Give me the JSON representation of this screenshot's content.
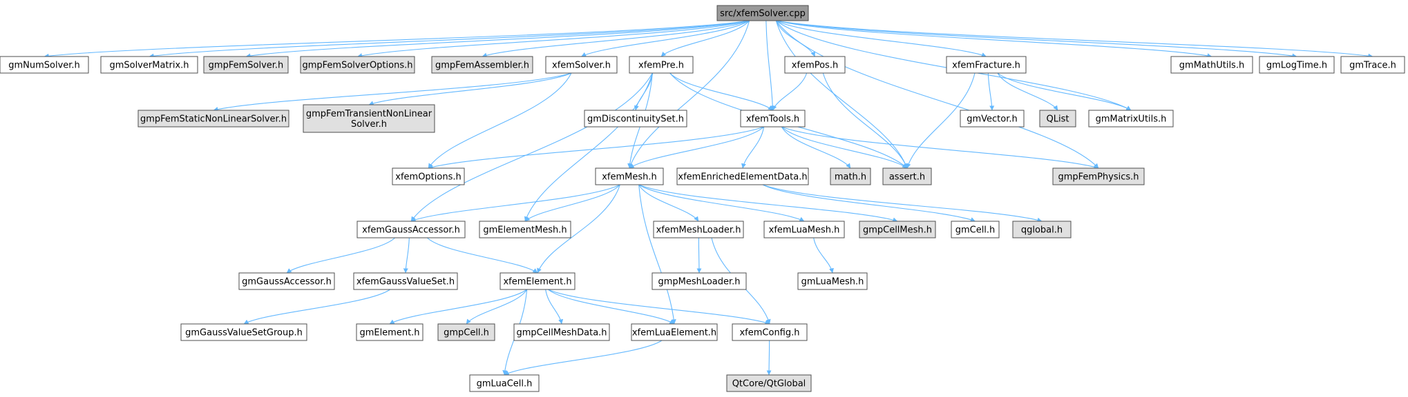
{
  "diagram": {
    "colors": {
      "edge": "#63b8ff",
      "node_fill": "#ffffff",
      "node_border": "#4d4d4d",
      "system_fill": "#e0e0e0",
      "root_fill": "#999999"
    },
    "nodes": [
      {
        "id": "root",
        "label": "src/xfemSolver.cpp",
        "kind": "root"
      },
      {
        "id": "gmNumSolver",
        "label": "gmNumSolver.h",
        "kind": "normal"
      },
      {
        "id": "gmSolverMatrix",
        "label": "gmSolverMatrix.h",
        "kind": "normal"
      },
      {
        "id": "gmpFemSolver",
        "label": "gmpFemSolver.h",
        "kind": "system"
      },
      {
        "id": "gmpFemSolverOptions",
        "label": "gmpFemSolverOptions.h",
        "kind": "system"
      },
      {
        "id": "gmpFemAssembler",
        "label": "gmpFemAssembler.h",
        "kind": "system"
      },
      {
        "id": "xfemSolver",
        "label": "xfemSolver.h",
        "kind": "normal"
      },
      {
        "id": "xfemPre",
        "label": "xfemPre.h",
        "kind": "normal"
      },
      {
        "id": "xfemPos",
        "label": "xfemPos.h",
        "kind": "normal"
      },
      {
        "id": "xfemFracture",
        "label": "xfemFracture.h",
        "kind": "normal"
      },
      {
        "id": "gmMathUtils",
        "label": "gmMathUtils.h",
        "kind": "normal"
      },
      {
        "id": "gmLogTime",
        "label": "gmLogTime.h",
        "kind": "normal"
      },
      {
        "id": "gmTrace",
        "label": "gmTrace.h",
        "kind": "normal"
      },
      {
        "id": "gmpFemStatic",
        "label": "gmpFemStaticNonLinearSolver.h",
        "kind": "system"
      },
      {
        "id": "gmpFemTransient",
        "label": [
          "gmpFemTransientNonLinear",
          "Solver.h"
        ],
        "kind": "system"
      },
      {
        "id": "gmDiscontinuitySet",
        "label": "gmDiscontinuitySet.h",
        "kind": "normal"
      },
      {
        "id": "xfemTools",
        "label": "xfemTools.h",
        "kind": "normal"
      },
      {
        "id": "gmVector",
        "label": "gmVector.h",
        "kind": "normal"
      },
      {
        "id": "QList",
        "label": "QList",
        "kind": "system"
      },
      {
        "id": "gmMatrixUtils",
        "label": "gmMatrixUtils.h",
        "kind": "normal"
      },
      {
        "id": "xfemOptions",
        "label": "xfemOptions.h",
        "kind": "normal"
      },
      {
        "id": "xfemMesh",
        "label": "xfemMesh.h",
        "kind": "normal"
      },
      {
        "id": "xfemEnrichedElementData",
        "label": "xfemEnrichedElementData.h",
        "kind": "normal"
      },
      {
        "id": "math",
        "label": "math.h",
        "kind": "system"
      },
      {
        "id": "assert",
        "label": "assert.h",
        "kind": "system"
      },
      {
        "id": "gmpFemPhysics",
        "label": "gmpFemPhysics.h",
        "kind": "system"
      },
      {
        "id": "xfemGaussAccessor",
        "label": "xfemGaussAccessor.h",
        "kind": "normal"
      },
      {
        "id": "gmElementMesh",
        "label": "gmElementMesh.h",
        "kind": "normal"
      },
      {
        "id": "xfemMeshLoader",
        "label": "xfemMeshLoader.h",
        "kind": "normal"
      },
      {
        "id": "xfemLuaMesh",
        "label": "xfemLuaMesh.h",
        "kind": "normal"
      },
      {
        "id": "gmpCellMesh",
        "label": "gmpCellMesh.h",
        "kind": "system"
      },
      {
        "id": "gmCell",
        "label": "gmCell.h",
        "kind": "normal"
      },
      {
        "id": "qglobal",
        "label": "qglobal.h",
        "kind": "system"
      },
      {
        "id": "gmGaussAccessor",
        "label": "gmGaussAccessor.h",
        "kind": "normal"
      },
      {
        "id": "xfemGaussValueSet",
        "label": "xfemGaussValueSet.h",
        "kind": "normal"
      },
      {
        "id": "xfemElement",
        "label": "xfemElement.h",
        "kind": "normal"
      },
      {
        "id": "gmpMeshLoader",
        "label": "gmpMeshLoader.h",
        "kind": "normal"
      },
      {
        "id": "gmLuaMesh",
        "label": "gmLuaMesh.h",
        "kind": "normal"
      },
      {
        "id": "gmGaussValueSetGroup",
        "label": "gmGaussValueSetGroup.h",
        "kind": "normal"
      },
      {
        "id": "gmElement",
        "label": "gmElement.h",
        "kind": "normal"
      },
      {
        "id": "gmpCell",
        "label": "gmpCell.h",
        "kind": "system"
      },
      {
        "id": "gmpCellMeshData",
        "label": "gmpCellMeshData.h",
        "kind": "normal"
      },
      {
        "id": "xfemLuaElement",
        "label": "xfemLuaElement.h",
        "kind": "normal"
      },
      {
        "id": "xfemConfig",
        "label": "xfemConfig.h",
        "kind": "normal"
      },
      {
        "id": "gmLuaCell",
        "label": "gmLuaCell.h",
        "kind": "normal"
      },
      {
        "id": "QtGlobal",
        "label": "QtCore/QtGlobal",
        "kind": "system"
      }
    ],
    "edges": [
      [
        "root",
        "gmNumSolver"
      ],
      [
        "root",
        "gmSolverMatrix"
      ],
      [
        "root",
        "gmpFemSolver"
      ],
      [
        "root",
        "gmpFemSolverOptions"
      ],
      [
        "root",
        "gmpFemAssembler"
      ],
      [
        "root",
        "xfemSolver"
      ],
      [
        "root",
        "xfemPre"
      ],
      [
        "root",
        "xfemPos"
      ],
      [
        "root",
        "xfemFracture"
      ],
      [
        "root",
        "gmMathUtils"
      ],
      [
        "root",
        "gmLogTime"
      ],
      [
        "root",
        "gmTrace"
      ],
      [
        "root",
        "xfemTools"
      ],
      [
        "root",
        "xfemMesh"
      ],
      [
        "root",
        "assert"
      ],
      [
        "root",
        "gmMatrixUtils"
      ],
      [
        "root",
        "gmpFemPhysics"
      ],
      [
        "xfemSolver",
        "gmpFemStatic"
      ],
      [
        "xfemSolver",
        "gmpFemTransient"
      ],
      [
        "xfemSolver",
        "xfemOptions"
      ],
      [
        "xfemPre",
        "gmDiscontinuitySet"
      ],
      [
        "xfemPre",
        "xfemTools"
      ],
      [
        "xfemPre",
        "xfemMesh"
      ],
      [
        "xfemPre",
        "xfemGaussAccessor"
      ],
      [
        "xfemPre",
        "gmElementMesh"
      ],
      [
        "xfemPre",
        "assert"
      ],
      [
        "xfemPos",
        "xfemTools"
      ],
      [
        "xfemPos",
        "assert"
      ],
      [
        "xfemFracture",
        "gmVector"
      ],
      [
        "xfemFracture",
        "QList"
      ],
      [
        "xfemFracture",
        "gmMatrixUtils"
      ],
      [
        "xfemFracture",
        "assert"
      ],
      [
        "xfemTools",
        "xfemOptions"
      ],
      [
        "xfemTools",
        "xfemMesh"
      ],
      [
        "xfemTools",
        "xfemEnrichedElementData"
      ],
      [
        "xfemTools",
        "math"
      ],
      [
        "xfemTools",
        "assert"
      ],
      [
        "xfemTools",
        "gmpFemPhysics"
      ],
      [
        "xfemMesh",
        "xfemGaussAccessor"
      ],
      [
        "xfemMesh",
        "gmElementMesh"
      ],
      [
        "xfemMesh",
        "xfemMeshLoader"
      ],
      [
        "xfemMesh",
        "xfemLuaMesh"
      ],
      [
        "xfemMesh",
        "gmpCellMesh"
      ],
      [
        "xfemMesh",
        "xfemElement"
      ],
      [
        "xfemMesh",
        "xfemLuaElement"
      ],
      [
        "xfemEnrichedElementData",
        "gmCell"
      ],
      [
        "xfemEnrichedElementData",
        "qglobal"
      ],
      [
        "xfemGaussAccessor",
        "gmGaussAccessor"
      ],
      [
        "xfemGaussAccessor",
        "xfemGaussValueSet"
      ],
      [
        "xfemGaussAccessor",
        "xfemElement"
      ],
      [
        "xfemGaussValueSet",
        "gmGaussValueSetGroup"
      ],
      [
        "xfemMeshLoader",
        "gmpMeshLoader"
      ],
      [
        "xfemMeshLoader",
        "xfemConfig"
      ],
      [
        "xfemLuaMesh",
        "gmLuaMesh"
      ],
      [
        "xfemElement",
        "gmElement"
      ],
      [
        "xfemElement",
        "gmpCell"
      ],
      [
        "xfemElement",
        "gmpCellMeshData"
      ],
      [
        "xfemElement",
        "xfemLuaElement"
      ],
      [
        "xfemElement",
        "xfemConfig"
      ],
      [
        "xfemElement",
        "gmLuaCell"
      ],
      [
        "xfemLuaElement",
        "gmLuaCell"
      ],
      [
        "xfemConfig",
        "QtGlobal"
      ]
    ]
  }
}
